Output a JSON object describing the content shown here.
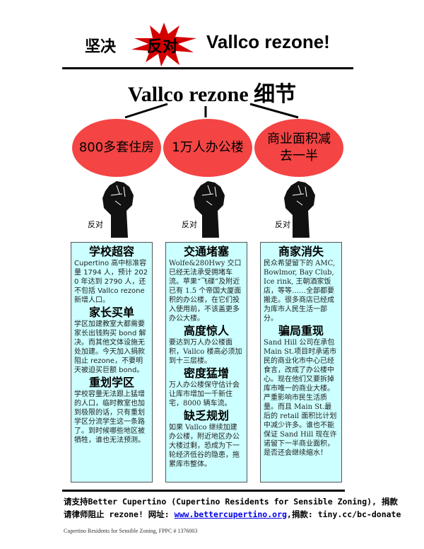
{
  "headline": {
    "left": "坚决",
    "oppose": "反对",
    "right": "Vallco rezone!"
  },
  "subtitle": "Vallco rezone 细节",
  "bubbles": [
    "800多套住房",
    "1万人办公楼",
    "商业面积减去一半"
  ],
  "oppose_label": "反对",
  "colors": {
    "bubble": "#f44444",
    "burst": "#d40000",
    "box": "#ccffff"
  },
  "boxes": [
    [
      {
        "h": "学校超容",
        "p": "Cupertino 高中标准容量 1794 人，预计 2020 年达到 2790 人，还不包括 Vallco rezone 新增人口。"
      },
      {
        "h": "家长买单",
        "p": "学区加建教室大都需要家长出钱购买 bond 解决。而其他文体设施无处加建。今天加入捐款阻止 rezone，不要明天被迫买巨额 bond。"
      },
      {
        "h": "重划学区",
        "p": "学校容量无法跟上猛增的人口，临时教室也加到极限的话，只有重划学区分流学生这一条路了。到时候哪些地区被牺牲，谁也无法预测。"
      }
    ],
    [
      {
        "h": "交通堵塞",
        "p": "Wolfe&280Hwy 交口已经无法承受拥堵车流。苹果“飞碟”及附近已有 1.5 个帝国大厦面积的办公楼，在它们投入使用前，不该盖更多办公大楼。"
      },
      {
        "h": "高度惊人",
        "p": "要达到万人办公楼面积，Vallco 楼高必须加到十三层楼。"
      },
      {
        "h": "密度猛增",
        "p": "万人办公楼保守估计会让库市增加一千新住宅，8000 辆车流。"
      },
      {
        "h": "缺乏规划",
        "p": "如果 Vallco 继续加建办公楼，附近地区办公大楼过剩，恐成为下一轮经济低谷的隐患，拖累库市整体。"
      }
    ],
    [
      {
        "h": "商家消失",
        "p": "民众希望留下的 AMC, Bowlmor, Bay Club, Ice rink, 王朝酒家饭店，等等……全部都要搬走。很多商店已经成为库市人民生活一部分。"
      },
      {
        "h": "骗局重现",
        "p": "Sand Hill 公司在承包 Main St.项目时承诺市民的商业化市中心已经食言，改成了办公楼中心。现在他们又要拆掉库市唯一的商业大楼。严重影响市民生活质量。而且 Main St.最后的 retail 面积比计划中减少许多。谁也不能保证 Sand Hill 现在许诺留下一半商业面积，是否还会继续缩水！"
      }
    ]
  ],
  "footer": {
    "line1": "请支持Better Cupertino (Cupertino Residents for Sensible Zoning), 捐款",
    "line2a": "请律师阻止 rezone! 网址: ",
    "link": "www.bettercupertino.org",
    "line2b": ",捐款: tiny.cc/bc-donate",
    "fppc": "Cupertino Residents for Sensible Zoning, FPPC # 1376003"
  }
}
